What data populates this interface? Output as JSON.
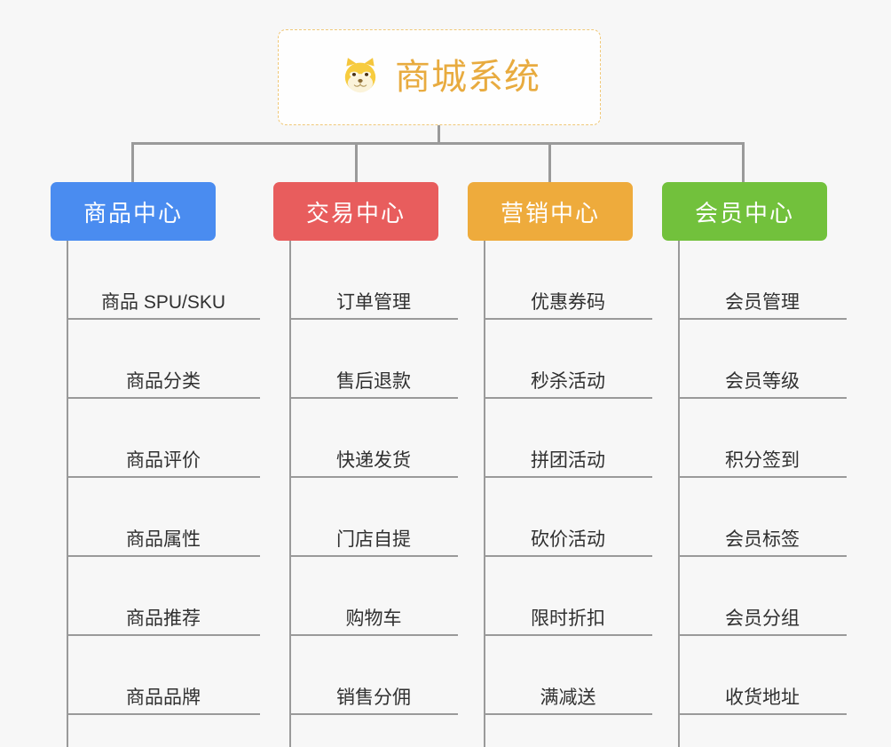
{
  "diagram": {
    "title": "商城系统",
    "icon": "shiba-dog-icon",
    "root_text_color": "#e8ab3f",
    "root_border_color": "#f0c878",
    "connector_color": "#9a9a9a",
    "background": "#f7f7f7",
    "categories": [
      {
        "label": "商品中心",
        "color": "#4a8cf0",
        "items": [
          "商品 SPU/SKU",
          "商品分类",
          "商品评价",
          "商品属性",
          "商品推荐",
          "商品品牌"
        ]
      },
      {
        "label": "交易中心",
        "color": "#e85d5d",
        "items": [
          "订单管理",
          "售后退款",
          "快递发货",
          "门店自提",
          "购物车",
          "销售分佣"
        ]
      },
      {
        "label": "营销中心",
        "color": "#eeab3c",
        "items": [
          "优惠券码",
          "秒杀活动",
          "拼团活动",
          "砍价活动",
          "限时折扣",
          "满减送"
        ]
      },
      {
        "label": "会员中心",
        "color": "#72c13c",
        "items": [
          "会员管理",
          "会员等级",
          "积分签到",
          "会员标签",
          "会员分组",
          "收货地址"
        ]
      }
    ]
  }
}
